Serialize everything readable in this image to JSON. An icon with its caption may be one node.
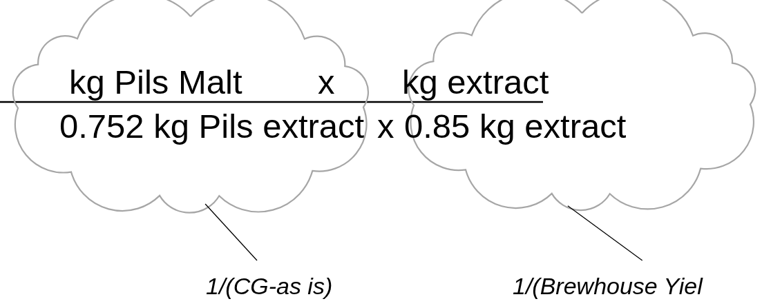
{
  "diagram": {
    "nodes": [
      {
        "text": [],
        "shape": "cloud"
      },
      {
        "text": [],
        "shape": "cloud"
      },
      {
        "text": [
          "1/(CG-as is)"
        ]
      },
      {
        "text": [
          "1/(Brewhouse Yiel"
        ]
      }
    ],
    "edges": [
      {
        "from": 2,
        "to": 0,
        "arrow": "none"
      },
      {
        "from": 3,
        "to": 1,
        "arrow": "none"
      }
    ],
    "labels": [
      "kg Pils Malt",
      "x",
      "kg extract",
      "0.752 kg Pils extract",
      "x",
      "0.85 kg extract"
    ]
  }
}
